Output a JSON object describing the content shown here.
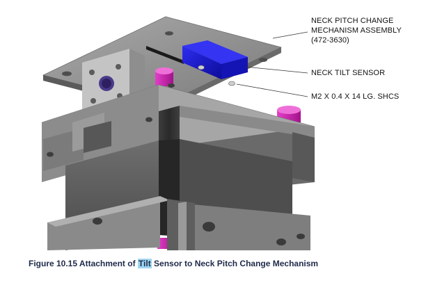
{
  "callouts": {
    "assembly_line1": "NECK PITCH CHANGE",
    "assembly_line2": "MECHANISM ASSEMBLY",
    "assembly_line3": "(472-3630)",
    "sensor": "NECK TILT SENSOR",
    "screw": "M2 X 0.4 X 14 LG. SHCS"
  },
  "caption": {
    "prefix": "Figure 10.15  Attachment of ",
    "highlight": "Tilt",
    "suffix": " Sensor to Neck Pitch Change Mechanism"
  },
  "colors": {
    "highlight": "#9fd6f2",
    "sensor_blue": "#1a1adf",
    "standoff_magenta": "#d21fb6",
    "metal_gray": "#8a8a8a"
  }
}
